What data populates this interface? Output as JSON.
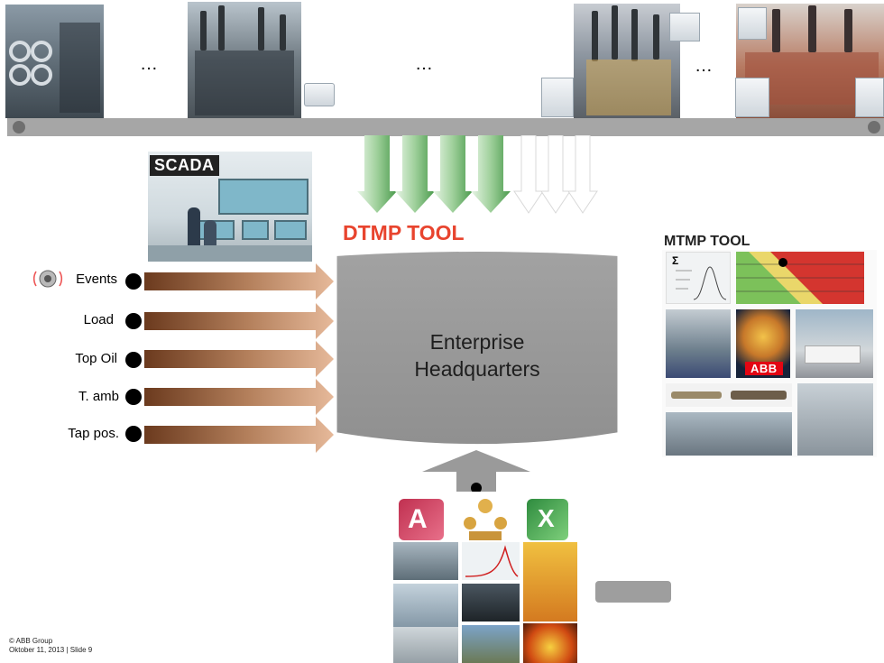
{
  "top_strip": {
    "ellipsis_1": "…",
    "ellipsis_2": "…",
    "ellipsis_3": "…"
  },
  "scada": {
    "label": "SCADA"
  },
  "dtmp": {
    "title": "DTMP TOOL"
  },
  "mtmp": {
    "title": "MTMP TOOL",
    "abb_logo": "ABB",
    "sigma": "Σ"
  },
  "inputs": [
    {
      "label": "Events",
      "icon": "alarm-icon"
    },
    {
      "label": "Load"
    },
    {
      "label": "Top Oil"
    },
    {
      "label": "T. amb"
    },
    {
      "label": "Tap pos."
    }
  ],
  "enterprise": {
    "line1": "Enterprise",
    "line2": "Headquarters"
  },
  "bottom_tools": {
    "icons": [
      "access-icon",
      "org-chart-icon",
      "excel-icon"
    ]
  },
  "footer": {
    "line1": "© ABB Group",
    "line2": "Oktober 11, 2013 | Slide 9"
  },
  "colors": {
    "dtmp_title": "#e8442e",
    "arrow_green_dark": "#4a9a4c",
    "arrow_green_light": "#e8f5e6",
    "arrow_brown_dark": "#6b3a1e",
    "arrow_brown_light": "#e6b99a",
    "cylinder": "#9a9a9a",
    "busbar": "#a6a6a6",
    "abb_red": "#e30613"
  }
}
